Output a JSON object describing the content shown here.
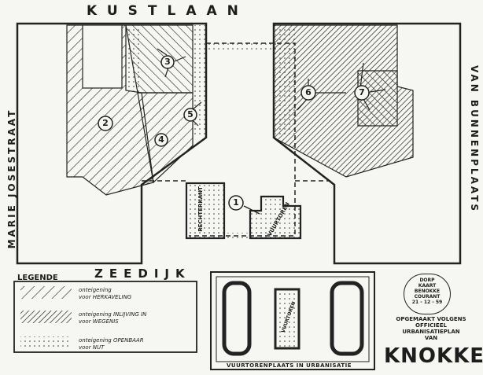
{
  "streets": {
    "top": "KUSTLAAN",
    "bottom": "ZEEDIJK",
    "left": "MARIE JOSESTRAAT",
    "right": "VAN BUNNENPLAATS"
  },
  "parcels": [
    "1",
    "2",
    "3",
    "4",
    "5",
    "6",
    "7"
  ],
  "buildings": {
    "left": "RECHTERKANT",
    "right": "VUURTOREN"
  },
  "legend": {
    "title": "LEGENDE",
    "items": [
      {
        "pattern": "hatch-sparse",
        "label_line1": "onteigening",
        "label_line2": "voor HERKAVELING"
      },
      {
        "pattern": "hatch-dense",
        "label_line1": "onteigening INLIJVING IN",
        "label_line2": "voor WEGENIS"
      },
      {
        "pattern": "dots",
        "label_line1": "onteigening OPENBAAR",
        "label_line2": "voor NUT"
      }
    ]
  },
  "inset": {
    "caption": "VUURTORENPLAATS IN URBANISATIE",
    "building_label": "VUURTOREN"
  },
  "stamp": {
    "line1": "DORP",
    "line2": "KAART",
    "line3": "BENOKKE",
    "line4": "COURANT",
    "date": "21 - 12 - 59"
  },
  "notice": {
    "line1": "OPGEMAAKT VOLGENS",
    "line2": "OFFICIEEL",
    "line3": "URBANISATIEPLAN",
    "line4": "VAN"
  },
  "brand": "KNOKKE",
  "colors": {
    "ink": "#1d1d1d",
    "paper": "#f6f6f3"
  }
}
